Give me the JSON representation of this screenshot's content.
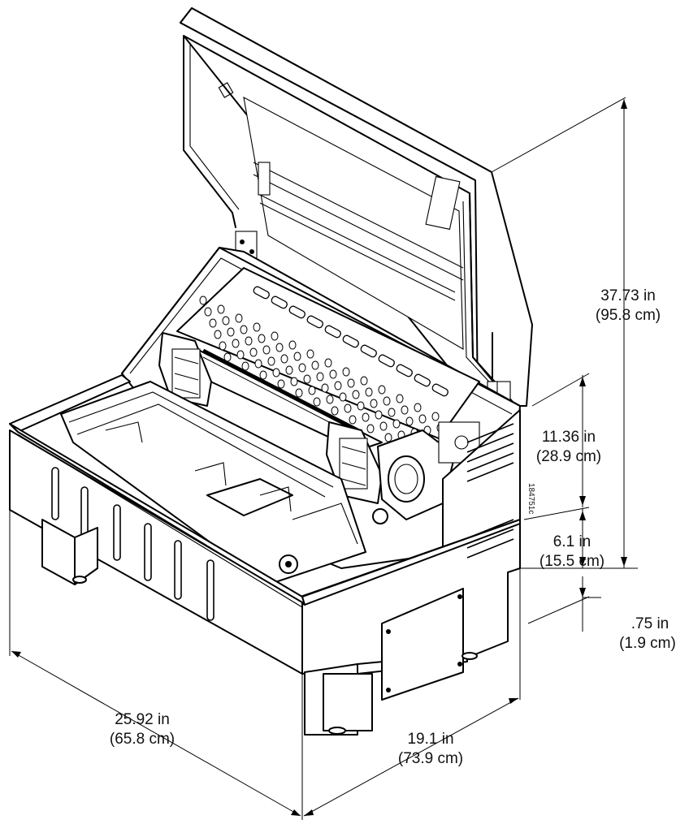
{
  "figure_id": "184751c",
  "dimensions": {
    "height_total": {
      "imperial": "37.73 in",
      "metric": "(95.8 cm)"
    },
    "height_upper": {
      "imperial": "11.36 in",
      "metric": "(28.9 cm)"
    },
    "height_middle": {
      "imperial": "6.1 in",
      "metric": "(15.5 cm)"
    },
    "height_foot": {
      "imperial": ".75 in",
      "metric": "(1.9 cm)"
    },
    "width": {
      "imperial": "25.92 in",
      "metric": "(65.8 cm)"
    },
    "depth": {
      "imperial": "19.1 in",
      "metric": "(73.9 cm)"
    }
  }
}
